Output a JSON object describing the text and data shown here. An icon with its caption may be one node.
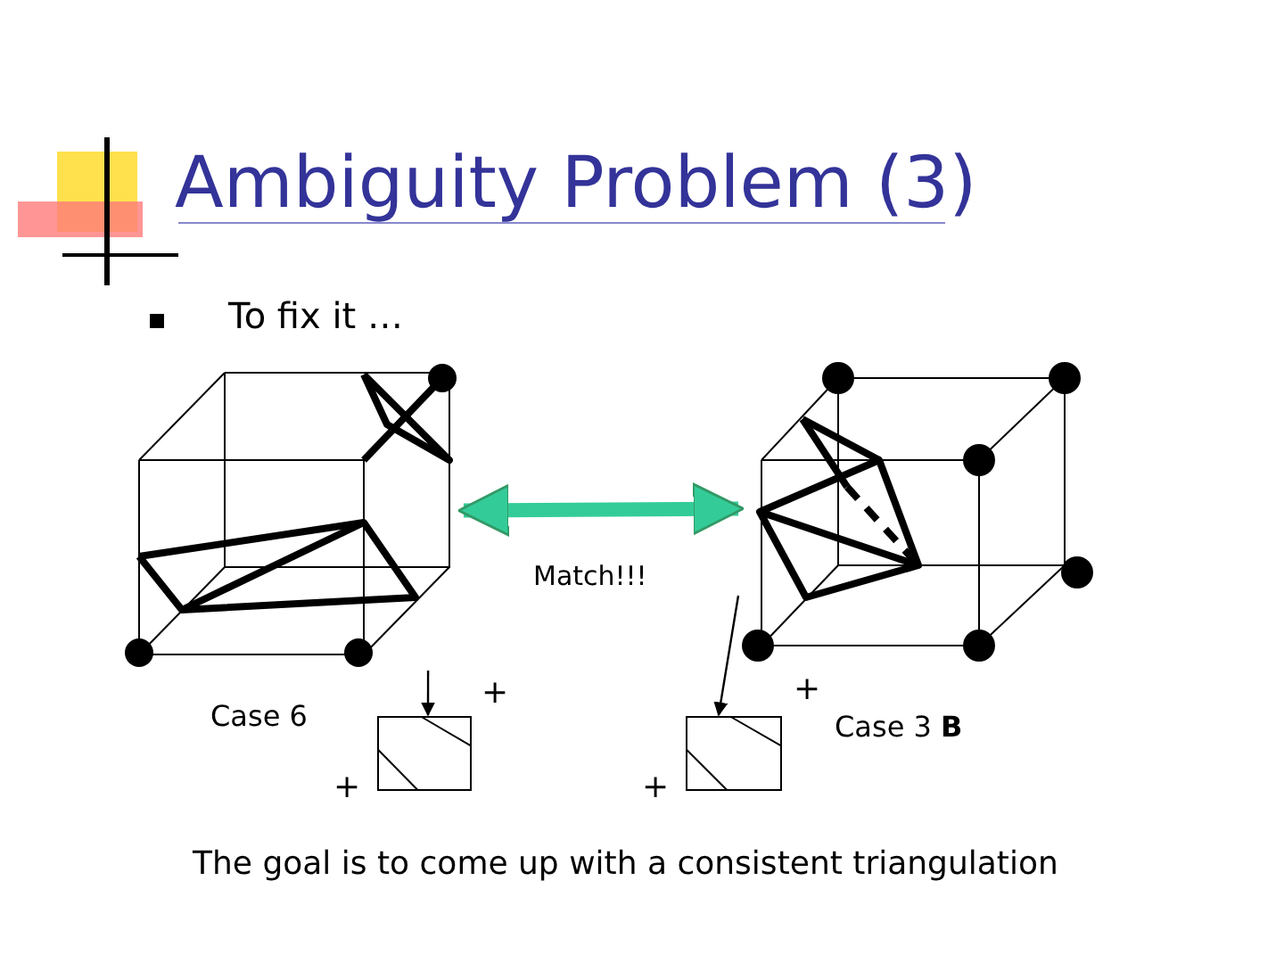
{
  "diagram": {
    "title": "Ambiguity Problem (3)",
    "nodes": [
      {
        "text": [],
        "shape": "cube",
        "beside": [
          "Case 6"
        ]
      },
      {
        "text": [],
        "shape": "cube",
        "beside": [
          "Case 3 **B**"
        ]
      },
      {
        "text": [],
        "shape": "box"
      },
      {
        "text": [],
        "shape": "box"
      }
    ],
    "edges": [
      {
        "from": 0,
        "to": 1,
        "arrow": "both",
        "style": "thick",
        "color": "#33cc99"
      },
      {
        "from": 0,
        "to": 2,
        "arrow": "to"
      },
      {
        "from": 1,
        "to": 3,
        "arrow": "to"
      }
    ],
    "labels": [
      "To fix it …",
      "Match!!!",
      "+",
      "+",
      "+",
      "+",
      "The goal is to come up with a consistent triangulation"
    ]
  }
}
